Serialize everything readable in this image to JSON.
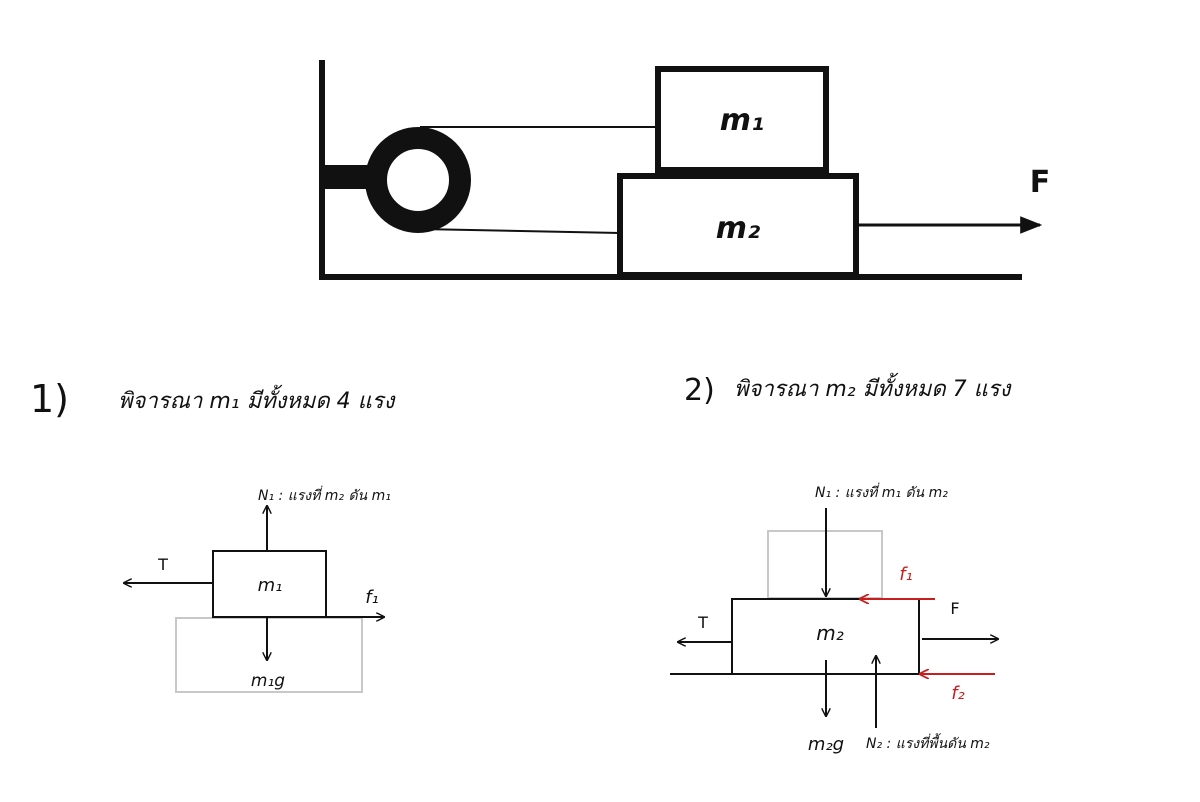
{
  "setup": {
    "m1": "m₁",
    "m2": "m₂",
    "force": "F"
  },
  "case1": {
    "number": "1)",
    "heading": "พิจารณา m₁ มีทั้งหมด 4 แรง",
    "block": "m₁",
    "tension": "T",
    "normal": "N₁ : แรงที่ m₂ ดัน m₁",
    "weight": "m₁g",
    "friction": "f₁"
  },
  "case2": {
    "number": "2)",
    "heading": "พิจารณา m₂ มีทั้งหมด 7 แรง",
    "block": "m₂",
    "tension": "T",
    "force": "F",
    "normal1": "N₁ : แรงที่ m₁ ดัน m₂",
    "normal2": "N₂ : แรงที่พื้นดัน m₂",
    "weight": "m₂g",
    "friction1": "f₁",
    "friction2": "f₂"
  },
  "colors": {
    "ink": "#111111",
    "friction": "#c81e1e",
    "ghost_block": "#c8c8c8"
  }
}
